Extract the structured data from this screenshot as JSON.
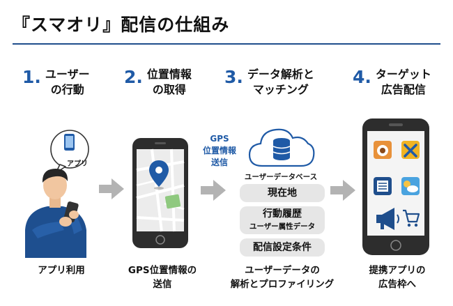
{
  "title": "『スマオリ』配信の仕組み",
  "steps": [
    {
      "num": "1.",
      "line1": "ユーザー",
      "line2": "の行動",
      "caption": "アプリ利用"
    },
    {
      "num": "2.",
      "line1": "位置情報",
      "line2": "の取得",
      "caption1": "GPS位置情報の",
      "caption2": "送信"
    },
    {
      "num": "3.",
      "line1": "データ解析と",
      "line2": "マッチング",
      "caption1": "ユーザーデータの",
      "caption2": "解析とプロファイリング"
    },
    {
      "num": "4.",
      "line1": "ターゲット",
      "line2": "広告配信",
      "caption1": "提携アプリの",
      "caption2": "広告枠へ"
    }
  ],
  "bubble_label": "アプリ",
  "gps_label": [
    "GPS",
    "位置情報",
    "送信"
  ],
  "database": {
    "label": "ユーザーデータベース",
    "items": [
      {
        "main": "現在地"
      },
      {
        "main": "行動履歴",
        "sub": "ユーザー属性データ"
      },
      {
        "main": "配信設定条件"
      }
    ]
  },
  "colors": {
    "accent": "#1f5aa6",
    "rule": "#1f4e8c",
    "arrow": "#b3b3b3",
    "pill": "#e6e6e6"
  }
}
